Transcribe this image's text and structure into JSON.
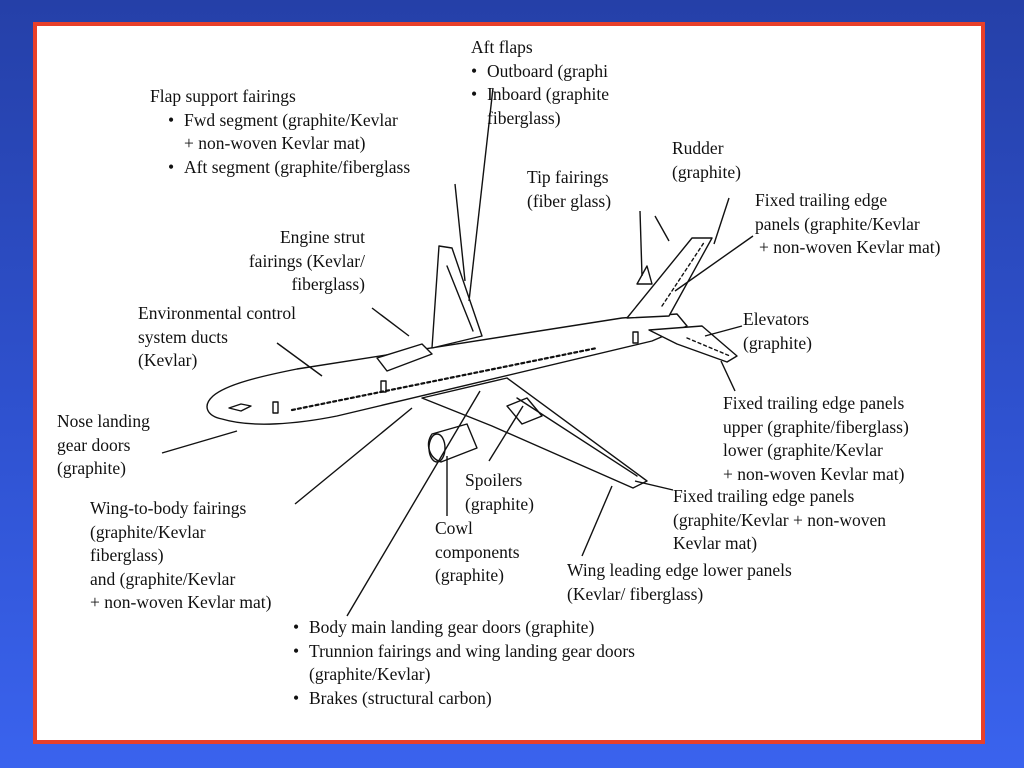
{
  "diagram": {
    "labels": {
      "aft_flaps": {
        "title": "Aft flaps",
        "items": [
          "Outboard (graphi",
          "Inboard (graphite",
          "fiberglass)"
        ]
      },
      "flap_support": {
        "title": "Flap support fairings",
        "items": [
          "Fwd segment (graphite/Kevlar",
          "+ non-woven Kevlar mat)",
          "Aft segment (graphite/fiberglass"
        ]
      },
      "tip_fairings": {
        "line1": "Tip fairings",
        "line2": "(fiber glass)"
      },
      "rudder": {
        "line1": "Rudder",
        "line2": "(graphite)"
      },
      "fixed_te_tail": {
        "line1": "Fixed trailing edge",
        "line2": "panels (graphite/Kevlar",
        "line3": "+ non-woven Kevlar mat)"
      },
      "engine_strut": {
        "line1": "Engine strut",
        "line2": "fairings (Kevlar/",
        "line3": "fiberglass)"
      },
      "env_control": {
        "line1": "Environmental control",
        "line2": "system ducts",
        "line3": "(Kevlar)"
      },
      "elevators": {
        "line1": "Elevators",
        "line2": "(graphite)"
      },
      "nose_gear": {
        "line1": "Nose landing",
        "line2": "gear doors",
        "line3": "(graphite)"
      },
      "fixed_te_upper_lower": {
        "line1": "Fixed trailing edge panels",
        "line2": "upper (graphite/fiberglass)",
        "line3": "lower (graphite/Kevlar",
        "line4": "+ non-woven Kevlar mat)"
      },
      "spoilers": {
        "line1": "Spoilers",
        "line2": "(graphite)"
      },
      "fixed_te_wing": {
        "line1": "Fixed trailing edge panels",
        "line2": "(graphite/Kevlar + non-woven",
        "line3": "Kevlar mat)"
      },
      "wing_body": {
        "line1": "Wing-to-body fairings",
        "line2": "(graphite/Kevlar",
        "line3": "fiberglass)",
        "line4": "and (graphite/Kevlar",
        "line5": "+ non-woven Kevlar mat)"
      },
      "cowl": {
        "line1": "Cowl",
        "line2": "components",
        "line3": "(graphite)"
      },
      "wing_le": {
        "line1": "Wing leading edge lower panels",
        "line2": "(Kevlar/ fiberglass)"
      },
      "bottom_list": {
        "items": [
          "Body main landing gear doors (graphite)",
          "Trunnion fairings and wing landing gear doors",
          "(graphite/Kevlar)",
          "Brakes (structural carbon)"
        ]
      }
    }
  }
}
